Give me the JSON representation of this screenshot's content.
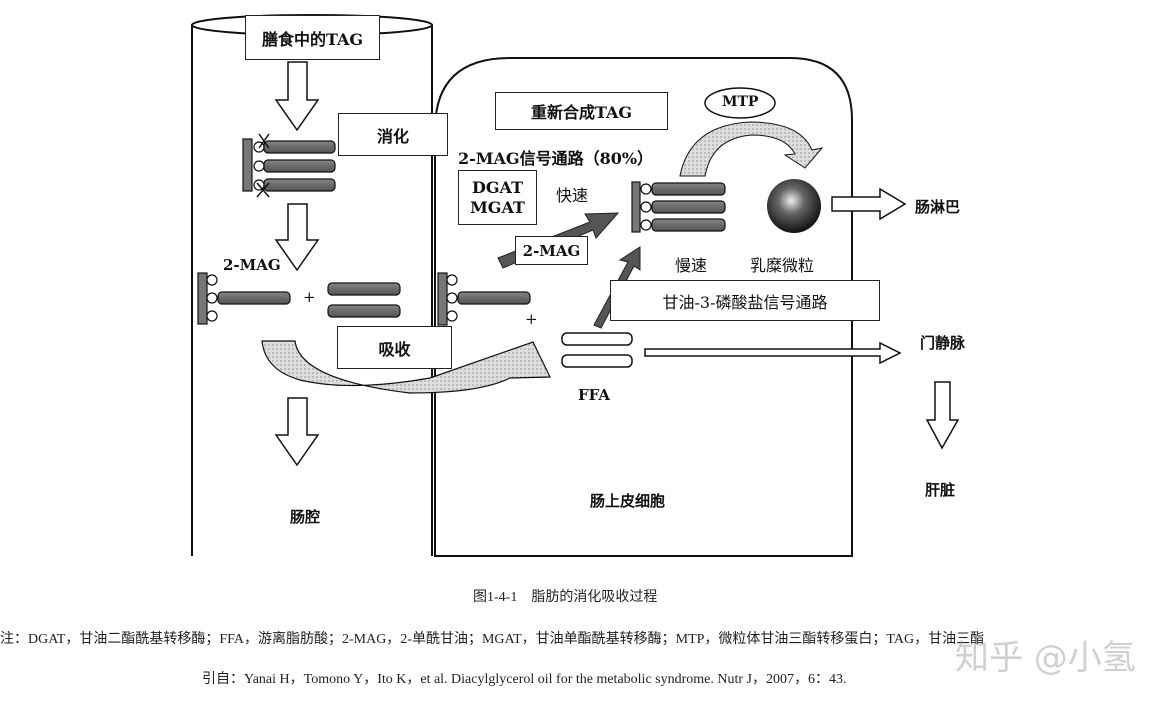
{
  "lumen": {
    "tag_label": "膳食中的TAG",
    "digest_label": "消化",
    "mag_label": "2-MAG",
    "plus": "+",
    "absorb_label": "吸收",
    "name": "肠腔"
  },
  "cell": {
    "resynth_label": "重新合成TAG",
    "mtp_label": "MTP",
    "pathway_2mag": "2-MAG信号通路（80%）",
    "enzymes": [
      "DGAT",
      "MGAT"
    ],
    "fast": "快速",
    "mag_arrow_label": "2-MAG",
    "slow": "慢速",
    "chylomicron": "乳糜微粒",
    "g3p_pathway": "甘油-3-磷酸盐信号通路",
    "plus": "+",
    "ffa": "FFA",
    "name": "肠上皮细胞"
  },
  "outputs": {
    "lymph": "肠淋巴",
    "portal_vein": "门静脉",
    "liver": "肝脏"
  },
  "caption": {
    "title": "图1-4-1　脂肪的消化吸收过程",
    "note": "注：DGAT，甘油二酯酰基转移酶；FFA，游离脂肪酸；2-MAG，2-单酰甘油；MGAT，甘油单酯酰基转移酶；MTP，微粒体甘油三酯转移蛋白；TAG，甘油三酯",
    "citation": "引自：Yanai H，Tomono Y，Ito K，et al. Diacylglycerol oil for the metabolic syndrome. Nutr J，2007，6：43."
  },
  "watermark": "知乎 @小氢"
}
